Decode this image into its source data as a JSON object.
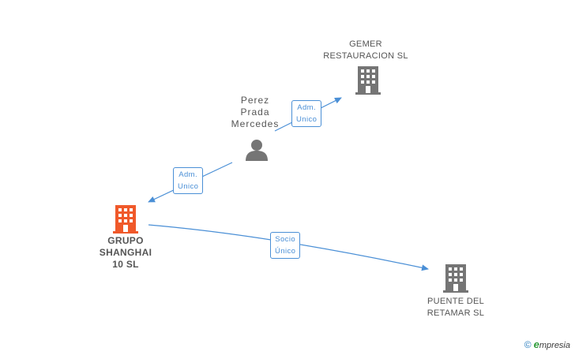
{
  "nodes": {
    "gemer": {
      "line1": "GEMER",
      "line2": "RESTAURACION SL",
      "color": "#757575"
    },
    "person": {
      "line1": "Perez",
      "line2": "Prada",
      "line3": "Mercedes",
      "color": "#757575"
    },
    "shanghai": {
      "line1": "GRUPO",
      "line2": "SHANGHAI",
      "line3": "10 SL",
      "color": "#f0592a"
    },
    "puente": {
      "line1": "PUENTE DEL",
      "line2": "RETAMAR SL",
      "color": "#757575"
    }
  },
  "edges": {
    "to_gemer": {
      "line1": "Adm.",
      "line2": "Unico"
    },
    "to_shanghai": {
      "line1": "Adm.",
      "line2": "Unico"
    },
    "to_puente": {
      "line1": "Socio",
      "line2": "Único"
    }
  },
  "edge_color": "#4a8fd6",
  "footer": {
    "copyright": "©",
    "brand_first": "e",
    "brand_rest": "mpresia"
  }
}
